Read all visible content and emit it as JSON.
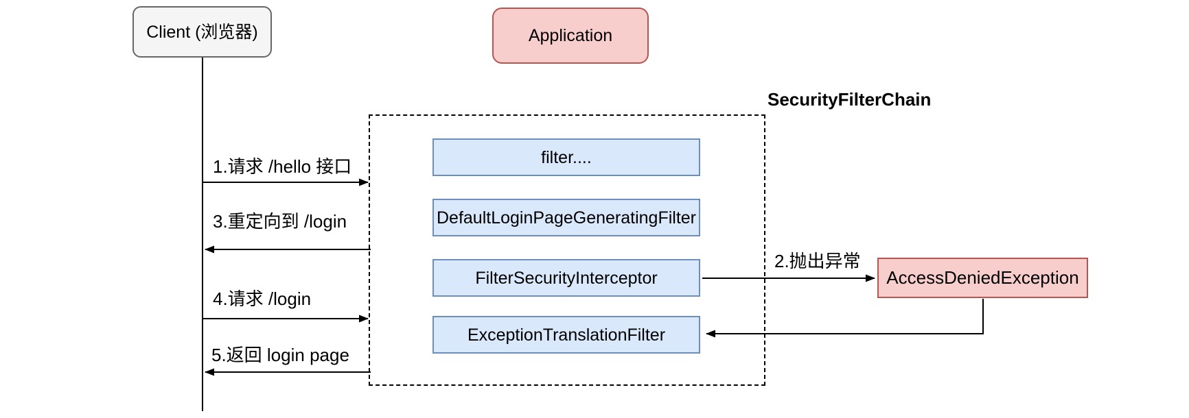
{
  "diagram": {
    "nodes": {
      "client": {
        "label": "Client (浏览器)"
      },
      "application": {
        "label": "Application"
      },
      "security_filter_chain": {
        "label": "SecurityFilterChain"
      },
      "filter_etc": {
        "label": "filter...."
      },
      "default_login_page_generating_filter": {
        "label": "DefaultLoginPageGeneratingFilter"
      },
      "filter_security_interceptor": {
        "label": "FilterSecurityInterceptor"
      },
      "exception_translation_filter": {
        "label": "ExceptionTranslationFilter"
      },
      "access_denied_exception": {
        "label": "AccessDeniedException"
      }
    },
    "edges": {
      "step1": {
        "label": "1.请求 /hello 接口",
        "from": "client",
        "to": "security_filter_chain",
        "direction": "right"
      },
      "step2": {
        "label": "2.抛出异常",
        "from": "filter_security_interceptor",
        "to": "access_denied_exception",
        "direction": "right"
      },
      "step3": {
        "label": "3.重定向到 /login",
        "from": "security_filter_chain",
        "to": "client",
        "direction": "left"
      },
      "step4": {
        "label": "4.请求 /login",
        "from": "client",
        "to": "security_filter_chain",
        "direction": "right"
      },
      "step5": {
        "label": "5.返回 login page",
        "from": "security_filter_chain",
        "to": "client",
        "direction": "left"
      },
      "exception_return": {
        "label": "",
        "from": "access_denied_exception",
        "to": "exception_translation_filter",
        "direction": "left"
      }
    },
    "colors": {
      "blue_fill": "#dae8fc",
      "blue_border": "#6c8ebf",
      "red_fill": "#f8cecc",
      "red_border": "#b85450",
      "gray_fill": "#f5f5f5",
      "gray_border": "#666666",
      "line": "#000000",
      "background": "#ffffff"
    }
  }
}
